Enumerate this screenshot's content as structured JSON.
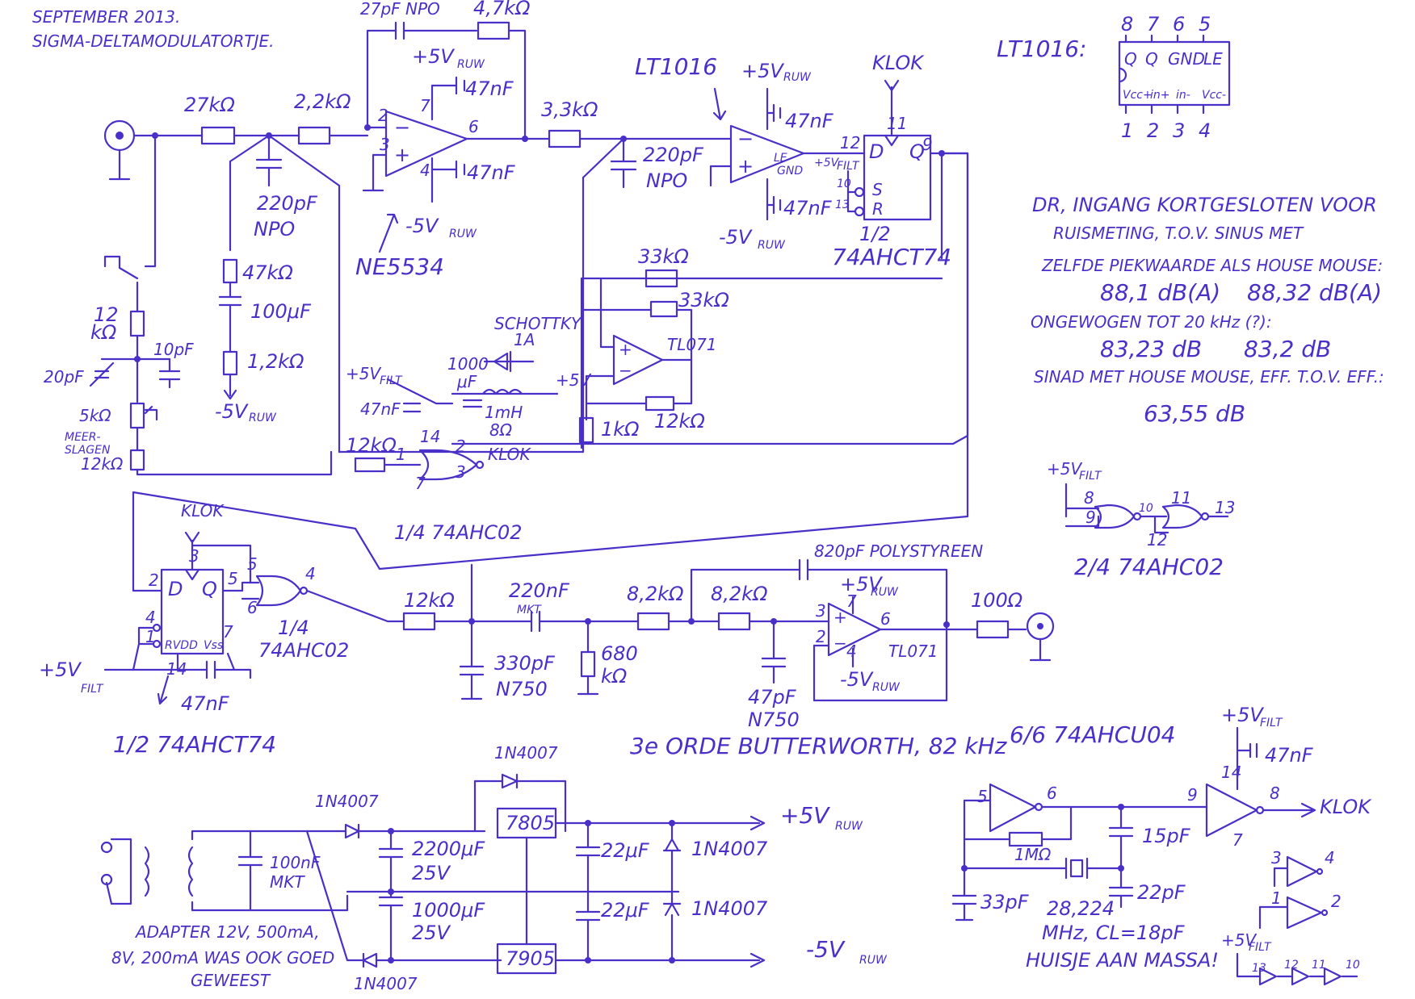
{
  "header": {
    "date": "SEPTEMBER 2013.",
    "title": "SIGMA-DELTAMODULATORTJE."
  },
  "modulator": {
    "r_in1": "27kΩ",
    "r_in2": "2,2kΩ",
    "cap_shunt": "220pF",
    "cap_shunt_type": "NPO",
    "fb_cap": "27pF NPO",
    "fb_res": "4,7kΩ",
    "opamp": "NE5534",
    "supply_pos": "+5V",
    "supply_neg": "-5V",
    "supply_sub": "RUW",
    "decoupling": "47nF",
    "pin2": "2",
    "pin3": "3",
    "pin6": "6",
    "pin7": "7",
    "pin4": "4",
    "r_mid": "3,3kΩ",
    "cap_mid": "220pF",
    "cap_mid_type": "NPO",
    "comparator": "LT1016",
    "pin_le": "LE",
    "pin_gnd": "GND",
    "flipflop": "1/2",
    "flipflop_part": "74AHCT74",
    "clock": "KLOK",
    "ff_pin11": "11",
    "ff_pin12": "12",
    "ff_pin9": "9",
    "ff_pin10": "10",
    "ff_pin13": "13",
    "ff_d": "D",
    "ff_q": "Q",
    "ff_s": "S",
    "ff_r": "R",
    "vfilt": "+5V",
    "filt_sub": "FILT",
    "r_33k_a": "33kΩ",
    "r_33k_b": "33kΩ",
    "opamp2": "TL071",
    "r_1k": "1kΩ",
    "r_12k": "12kΩ",
    "schottky": "SCHOTTKY",
    "schottky_rating": "1A",
    "cap_1000": "1000",
    "cap_1000_unit": "μF",
    "inductor": "1mH",
    "inductor_r": "8Ω",
    "cap_47n_filt": "47nF",
    "r_12k_nor": "12kΩ",
    "nor_part": "1/4 74AHC02",
    "nor_pin1": "1",
    "nor_pin2": "2",
    "nor_pin3": "3",
    "nor_pin14": "14",
    "nor_pin7": "7"
  },
  "input_network": {
    "r12k_top": "12",
    "r12k_top_unit": "kΩ",
    "c20p": "20pF",
    "c10p": "10pF",
    "r5k": "5kΩ",
    "meerslagen": "MEER-",
    "meerslagen2": "SLAGEN",
    "r12k_bottom": "12kΩ",
    "r47k": "47kΩ",
    "c100u": "100μF",
    "r1_2k": "1,2kΩ",
    "vneg": "-5V",
    "vneg_sub": "RUW"
  },
  "lt1016_pinout": {
    "name": "LT1016:",
    "top_pins": [
      "8",
      "7",
      "6",
      "5"
    ],
    "top_labels": [
      "Q",
      "Q",
      "GND",
      "LE"
    ],
    "bottom_labels": [
      "Vcc+",
      "in+",
      "in-",
      "Vcc-"
    ],
    "bottom_pins": [
      "1",
      "2",
      "3",
      "4"
    ]
  },
  "measurements": {
    "line1": "DR, INGANG KORTGESLOTEN VOOR",
    "line2": "RUISMETING, T.O.V. SINUS MET",
    "line3": "ZELFDE PIEKWAARDE ALS HOUSE MOUSE:",
    "val1a": "88,1 dB(A)",
    "val1b": "88,32 dB(A)",
    "line4": "ONGEWOGEN TOT 20 kHz (?):",
    "val2a": "83,23 dB",
    "val2b": "83,2 dB",
    "line5": "SINAD MET HOUSE MOUSE, EFF. T.O.V. EFF.:",
    "val3": "63,55 dB"
  },
  "nor_spare": {
    "vfilt": "+5V",
    "filt_sub": "FILT",
    "pins": [
      "8",
      "9",
      "10",
      "11",
      "12",
      "13"
    ],
    "label": "2/4 74AHC02"
  },
  "output_section": {
    "ff2_clock": "KLOK",
    "ff2_d": "D",
    "ff2_q": "Q",
    "ff2_rvdd": "RVDD",
    "ff2_vss": "Vss",
    "ff2_pins": [
      "3",
      "2",
      "5",
      "4",
      "1",
      "14",
      "7"
    ],
    "ff2_part": "1/2 74AHCT74",
    "vfilt": "+5V",
    "filt_sub": "FILT",
    "c47n": "47nF",
    "nor2_part": "1/4",
    "nor2_part2": "74AHC02",
    "nor2_pins": [
      "5",
      "6",
      "4"
    ],
    "r12k": "12kΩ",
    "c220n": "220nF",
    "c220n_type": "MKT",
    "c330p": "330pF",
    "c330p_type": "N750",
    "r680k": "680",
    "r680k_unit": "kΩ",
    "r8_2k_a": "8,2kΩ",
    "r8_2k_b": "8,2kΩ",
    "c820p": "820pF POLYSTYREEN",
    "opamp": "TL071",
    "vpos": "+5V",
    "vneg": "-5V",
    "vsub": "RUW",
    "c47p": "47pF",
    "c47p_type": "N750",
    "r100": "100Ω",
    "filter_desc": "3e ORDE BUTTERWORTH, 82 kHz",
    "pin3": "3",
    "pin2": "2",
    "pin6": "6",
    "pin7": "7",
    "pin4": "4"
  },
  "power_supply": {
    "diode": "1N4007",
    "c100n": "100nF",
    "c100n_type": "MKT",
    "c2200": "2200μF",
    "c2200_v": "25V",
    "c1000": "1000μF",
    "c1000_v": "25V",
    "reg_pos": "7805",
    "reg_neg": "7905",
    "c22u_a": "22μF",
    "c22u_b": "22μF",
    "out_pos": "+5V",
    "out_neg": "-5V",
    "out_sub": "RUW",
    "adapter1": "ADAPTER 12V, 500mA,",
    "adapter2": "8V, 200mA WAS OOK GOED",
    "adapter3": "GEWEEST"
  },
  "oscillator": {
    "part": "6/6 74AHCU04",
    "vfilt": "+5V",
    "filt_sub": "FILT",
    "c47n": "47nF",
    "r1m": "1MΩ",
    "c15p": "15pF",
    "c22p": "22pF",
    "c33p": "33pF",
    "crystal1": "28,224",
    "crystal2": "MHz, CL=18pF",
    "note": "HUISJE AAN MASSA!",
    "clock": "KLOK",
    "pins": [
      "5",
      "6",
      "9",
      "8",
      "14",
      "7",
      "3",
      "4",
      "1",
      "2",
      "13",
      "12",
      "11",
      "10"
    ]
  }
}
